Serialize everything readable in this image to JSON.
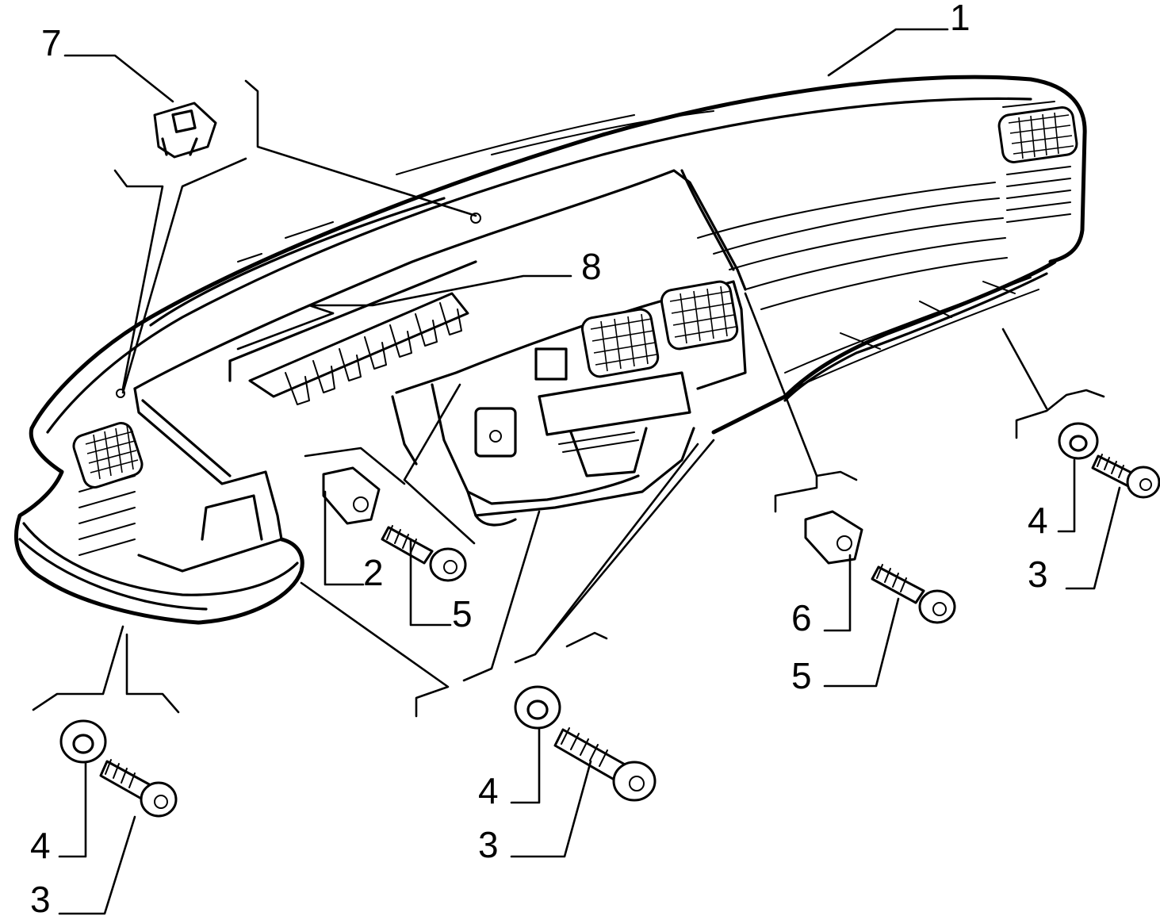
{
  "callouts": [
    {
      "id": "c1",
      "label": "1"
    },
    {
      "id": "c7",
      "label": "7"
    },
    {
      "id": "c8",
      "label": "8"
    },
    {
      "id": "c2",
      "label": "2"
    },
    {
      "id": "c5a",
      "label": "5"
    },
    {
      "id": "c6",
      "label": "6"
    },
    {
      "id": "c5b",
      "label": "5"
    },
    {
      "id": "c4a",
      "label": "4"
    },
    {
      "id": "c3a",
      "label": "3"
    },
    {
      "id": "c4b",
      "label": "4"
    },
    {
      "id": "c3b",
      "label": "3"
    },
    {
      "id": "c4c",
      "label": "4"
    },
    {
      "id": "c3c",
      "label": "3"
    }
  ]
}
